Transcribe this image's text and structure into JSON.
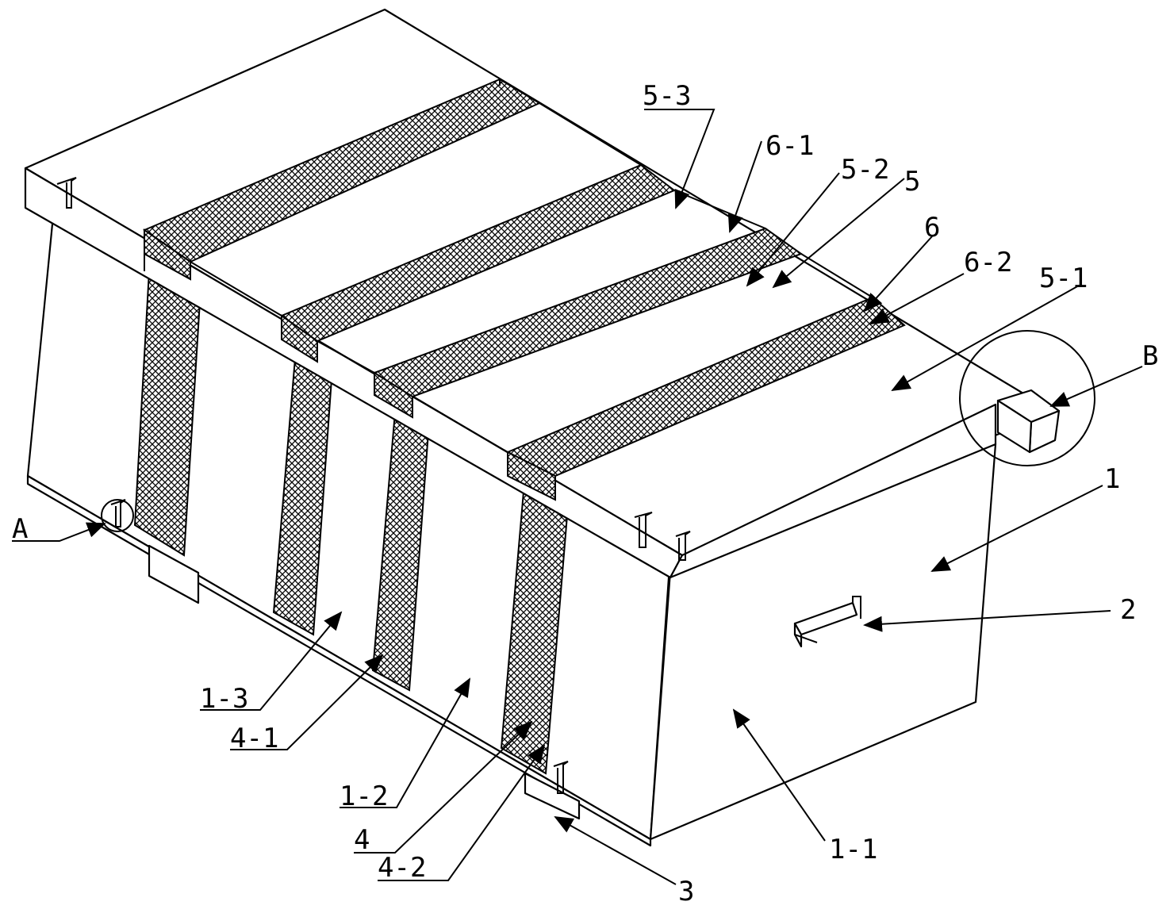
{
  "labels": {
    "l_5_3": "5-3",
    "l_6_1": "6-1",
    "l_5_2": "5-2",
    "l_5": "5",
    "l_6": "6",
    "l_6_2": "6-2",
    "l_5_1": "5-1",
    "l_B": "B",
    "l_1": "1",
    "l_2": "2",
    "l_A": "A",
    "l_1_3": "1-3",
    "l_4_1": "4-1",
    "l_1_2": "1-2",
    "l_4": "4",
    "l_4_2": "4-2",
    "l_3": "3",
    "l_1_1": "1-1"
  }
}
